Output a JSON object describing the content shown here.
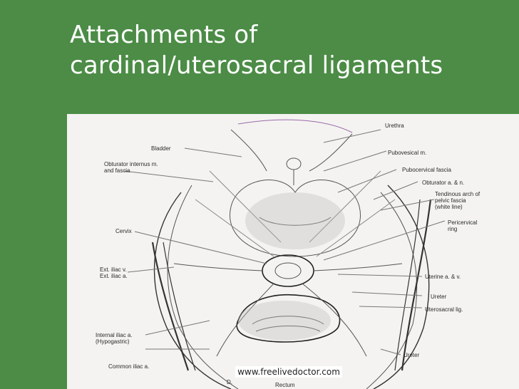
{
  "slide": {
    "title_line1": "Attachments of",
    "title_line2": "cardinal/uterosacral ligaments"
  },
  "diagram": {
    "labels": {
      "urethra": "Urethra",
      "bladder": "Bladder",
      "obturator_internus": "Obturator internus m.\nand fascia",
      "pubovesical": "Pubovesical m.",
      "pubocervical_fascia": "Pubocervical fascia",
      "obturator_a_n": "Obturator a. & n.",
      "tendinous_arch": "Tendinous arch of\npelvic fascia\n(white line)",
      "cervix": "Cervix",
      "pericervical_ring": "Pericervical\nring",
      "ext_iliac": "Ext. iliac v.\nExt. iliac a.",
      "uterine": "Uterine a. & v.",
      "ureter": "Ureter",
      "uterosacral": "Uterosacral lig.",
      "internal_iliac": "Internal iliac a.\n(Hypogastric)",
      "ureter_lower": "Ureter",
      "common_iliac": "Common iliac a.",
      "d_mark": "D.",
      "rectum": "Rectum"
    },
    "watermark": "www.freelivedoctor.com"
  }
}
